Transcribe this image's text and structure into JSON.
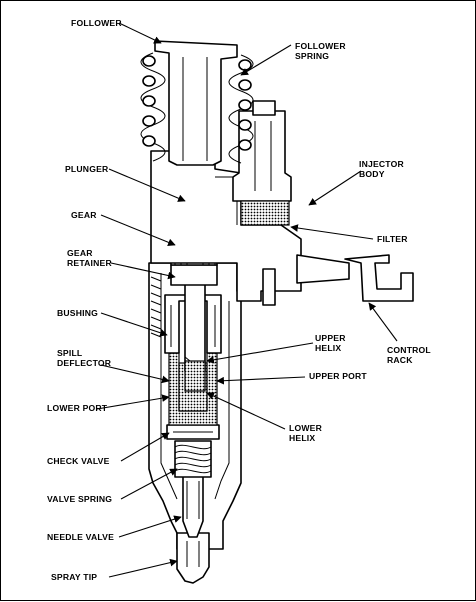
{
  "labels": {
    "follower": "FOLLOWER",
    "follower_spring_1": "FOLLOWER",
    "follower_spring_2": "SPRING",
    "plunger": "PLUNGER",
    "injector_body_1": "INJECTOR",
    "injector_body_2": "BODY",
    "gear": "GEAR",
    "filter": "FILTER",
    "gear_retainer_1": "GEAR",
    "gear_retainer_2": "RETAINER",
    "bushing": "BUSHING",
    "upper_helix_1": "UPPER",
    "upper_helix_2": "HELIX",
    "control_rack_1": "CONTROL",
    "control_rack_2": "RACK",
    "spill_deflector_1": "SPILL",
    "spill_deflector_2": "DEFLECTOR",
    "upper_port": "UPPER PORT",
    "lower_port": "LOWER PORT",
    "lower_helix_1": "LOWER",
    "lower_helix_2": "HELIX",
    "check_valve": "CHECK VALVE",
    "valve_spring": "VALVE SPRING",
    "needle_valve": "NEEDLE VALVE",
    "spray_tip": "SPRAY TIP"
  }
}
